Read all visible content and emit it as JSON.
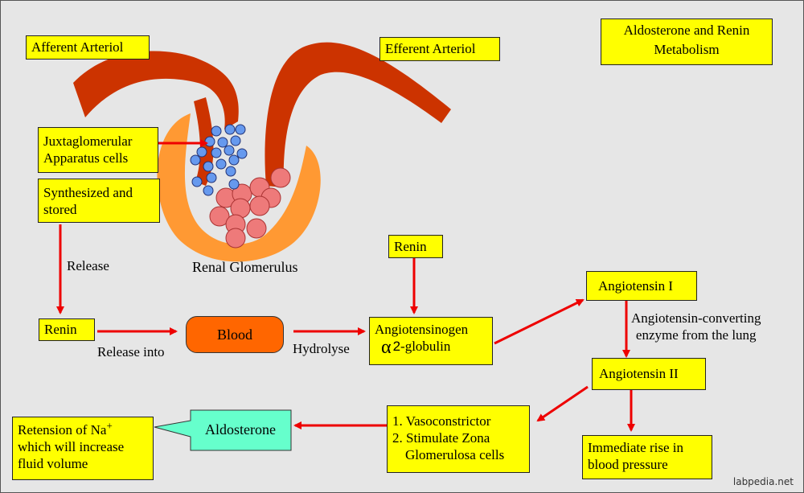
{
  "title": {
    "line1": "Aldosterone and Renin",
    "line2": "Metabolism"
  },
  "afferent": "Afferent Arteriol",
  "efferent": "Efferent Arteriol",
  "jga": {
    "line1": "Juxtaglomerular",
    "line2": "Apparatus cells"
  },
  "synth": {
    "line1": "Synthesized and",
    "line2": "stored"
  },
  "release": "Release",
  "glomerulus": "Renal Glomerulus",
  "renin_left": "Renin",
  "release_into": "Release into",
  "blood": "Blood",
  "hydrolyse": "Hydrolyse",
  "renin_top": "Renin",
  "angiotensinogen": {
    "line1": "Angiotensinogen",
    "alpha": "α",
    "num": "2",
    "line2_rest": "-globulin"
  },
  "ang1": "Angiotensin I",
  "ace": {
    "line1": "Angiotensin-converting",
    "line2": "enzyme from the lung"
  },
  "ang2": "Angiotensin II",
  "effects": {
    "line1": "1. Vasoconstrictor",
    "line2": "2. Stimulate Zona",
    "line3": "Glomerulosa cells"
  },
  "bp": {
    "line1": "Immediate rise in",
    "line2": "blood pressure"
  },
  "aldosterone": "Aldosterone",
  "retention": {
    "line1": "Retension of Na",
    "sup": "+",
    "line2": "which will increase",
    "line3": "fluid volume"
  },
  "credit": "labpedia.net",
  "colors": {
    "background": "#e6e6e6",
    "box": "#ffff00",
    "arrow": "#ee0000",
    "vessel": "#cc3300",
    "glomerulus": "#ff9933",
    "jga_cells": "#6699ee",
    "capillary": "#ee7a7a",
    "blood": "#ff6600",
    "aldosterone": "#66ffcc"
  }
}
